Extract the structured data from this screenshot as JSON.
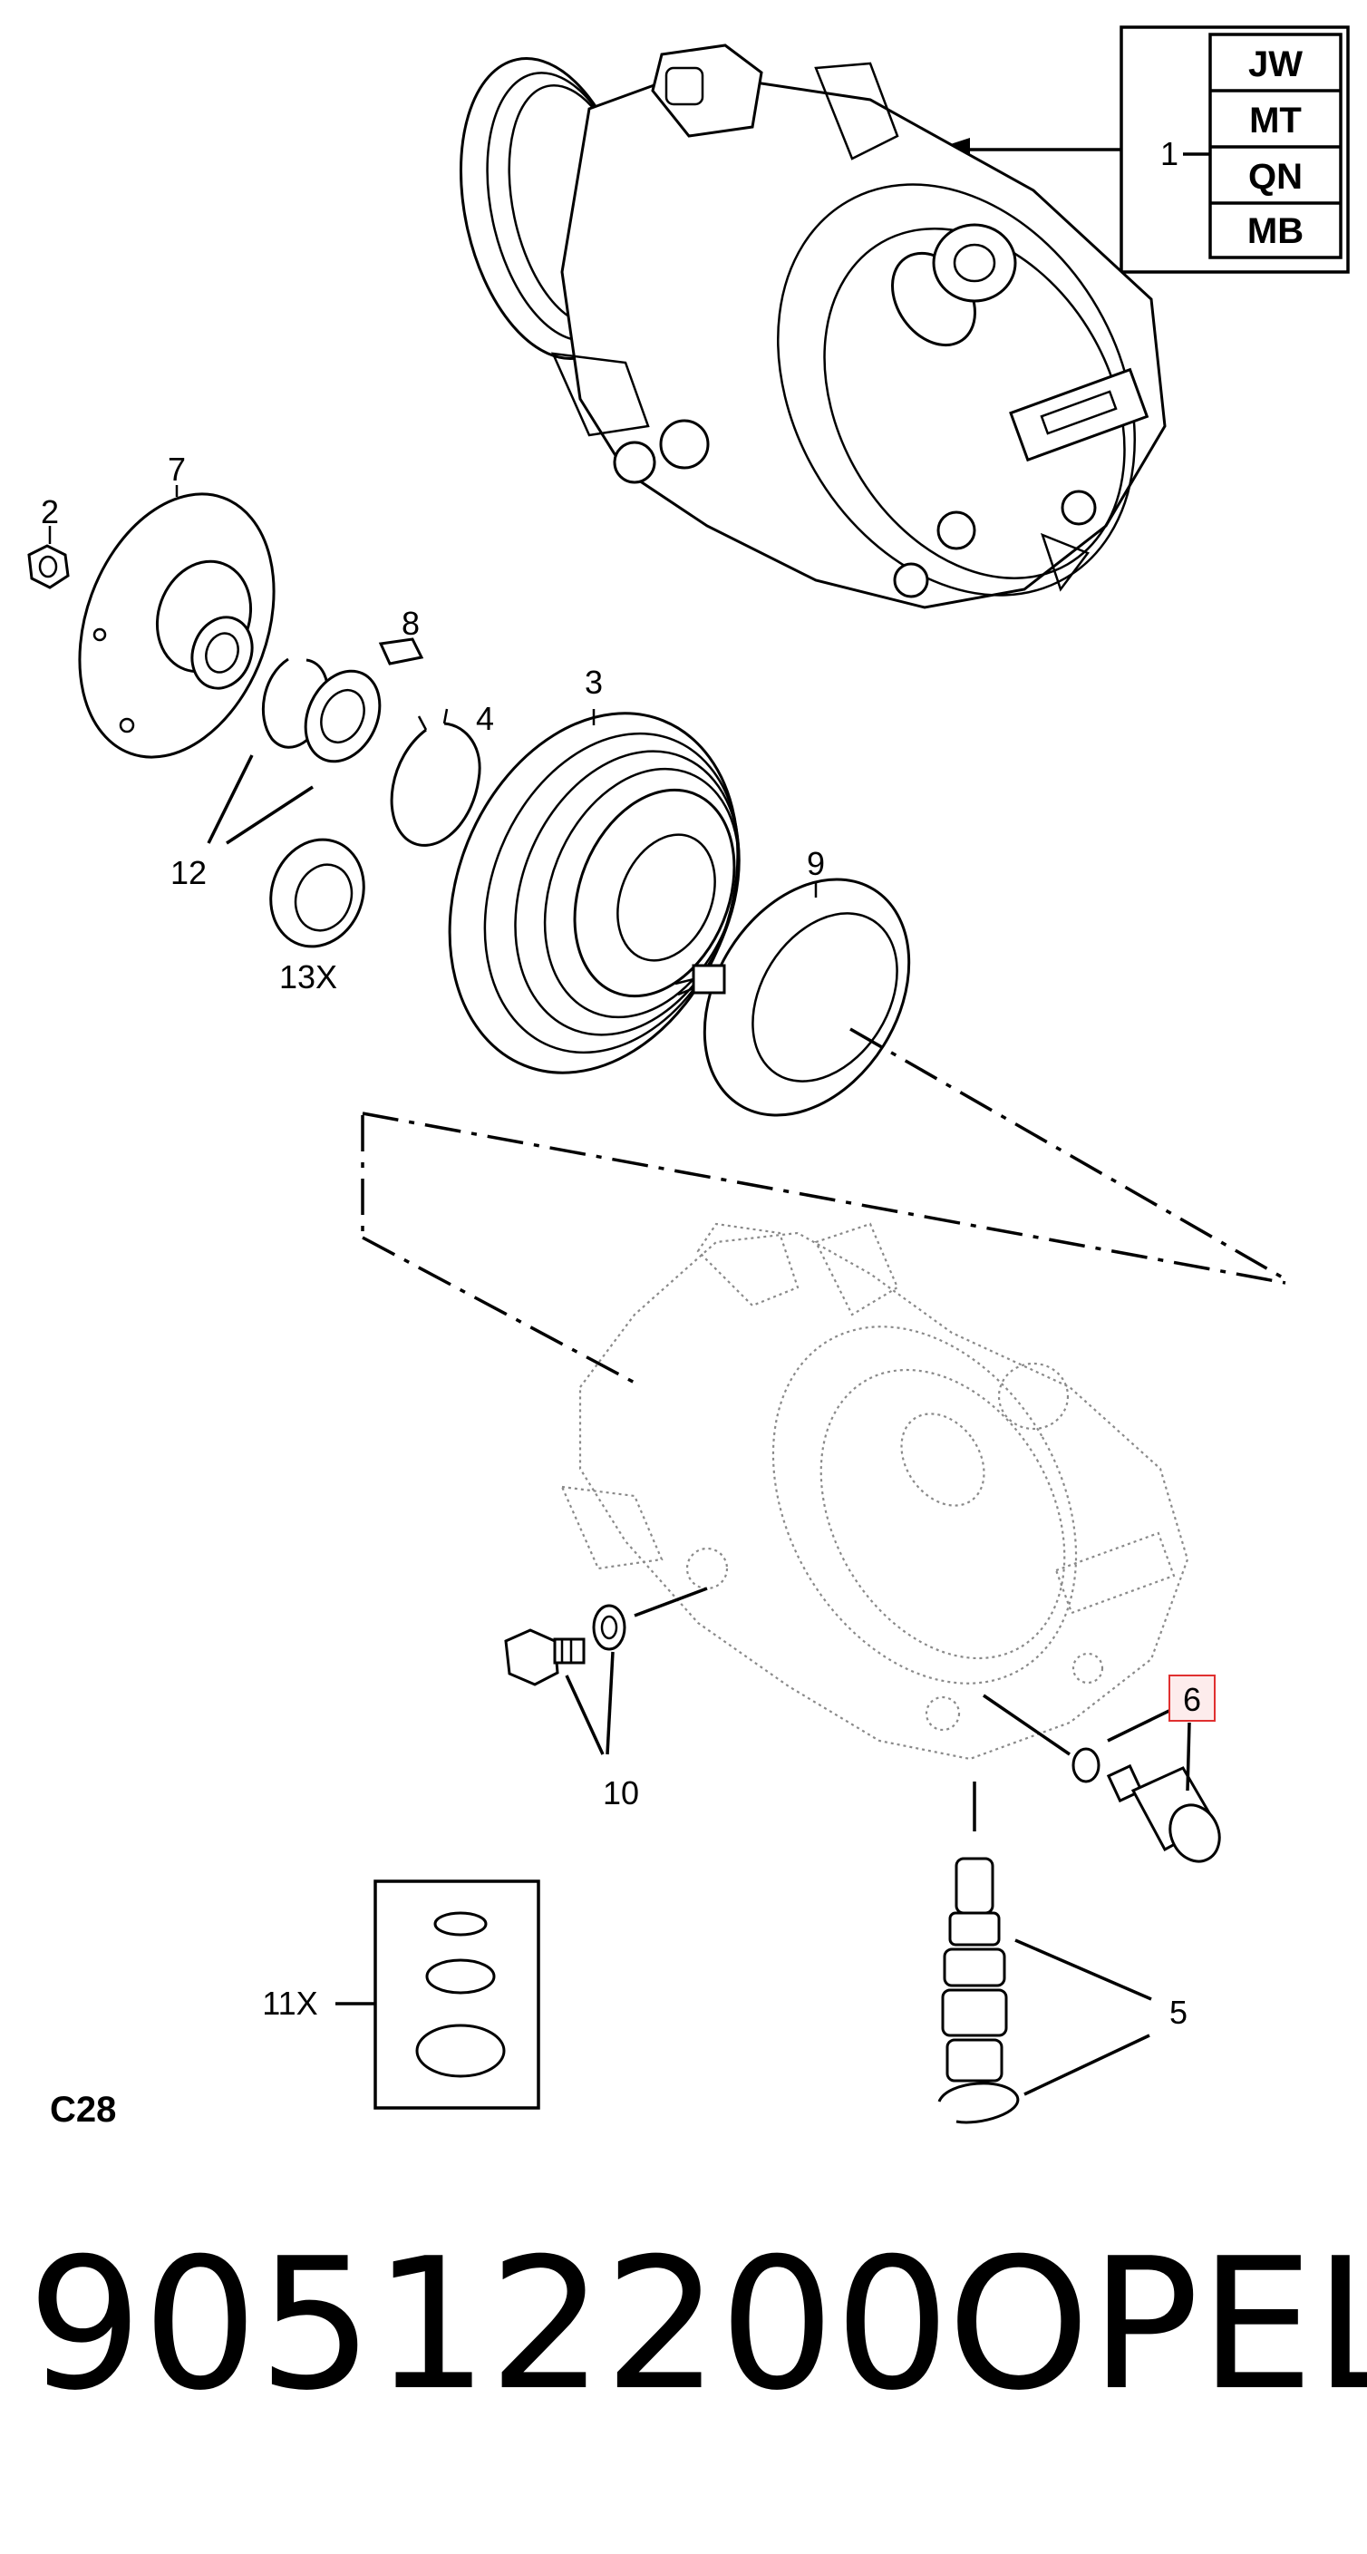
{
  "diagram": {
    "variant_codes": [
      "JW",
      "MT",
      "QN",
      "MB"
    ],
    "callouts": {
      "c1": "1",
      "c2": "2",
      "c3": "3",
      "c4": "4",
      "c5": "5",
      "c6": "6",
      "c7": "7",
      "c8": "8",
      "c9": "9",
      "c10": "10",
      "c11": "11X",
      "c12": "12",
      "c13": "13X"
    },
    "model_code": "C28",
    "highlight_color": "#e03030"
  },
  "footer": {
    "part_number": "90512200",
    "brand": "OPEL"
  }
}
